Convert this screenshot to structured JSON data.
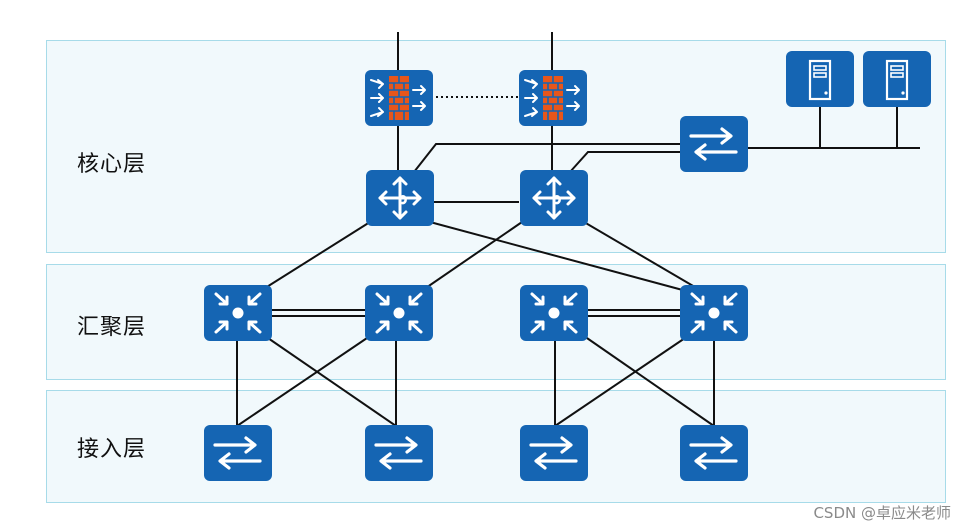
{
  "layers": {
    "core": "核心层",
    "aggregation": "汇聚层",
    "access": "接入层"
  },
  "watermark": "CSDN @卓应米老师",
  "colors": {
    "device": "#1565b3",
    "firewall_brick": "#e8561a",
    "layer_fill": "#f1f9fc",
    "layer_border": "#a7dbe9",
    "link": "#111111"
  },
  "devices": {
    "firewalls": [
      "firewall-left",
      "firewall-right"
    ],
    "core_routers": [
      "core-router-left",
      "core-router-right"
    ],
    "dmz_switch": "server-access-switch",
    "servers": [
      "server-1",
      "server-2"
    ],
    "aggregation_switches": [
      "agg-switch-1",
      "agg-switch-2",
      "agg-switch-3",
      "agg-switch-4"
    ],
    "access_switches": [
      "access-switch-1",
      "access-switch-2",
      "access-switch-3",
      "access-switch-4"
    ]
  }
}
